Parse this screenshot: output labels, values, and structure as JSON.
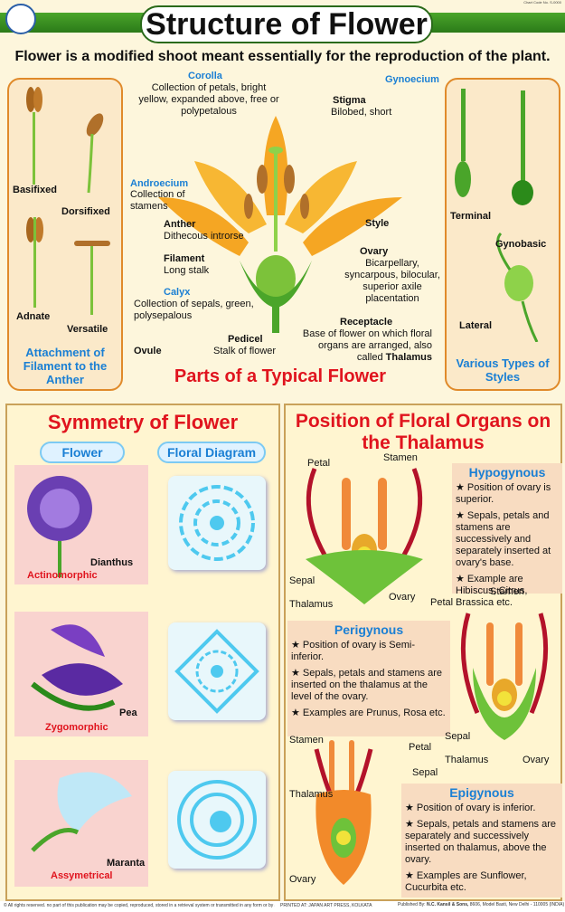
{
  "header": {
    "code": "Chart Code No. S-0000",
    "title": "Structure of Flower",
    "subtitle": "Flower is a modified shoot meant essentially for the reproduction of the plant."
  },
  "attachment": {
    "items": [
      "Basifixed",
      "Dorsifixed",
      "Adnate",
      "Versatile"
    ],
    "caption": "Attachment of Filament to the Anther"
  },
  "typical": {
    "corolla_h": "Corolla",
    "corolla_t": "Collection of petals, bright yellow, expanded above, free or polypetalous",
    "androecium_h": "Androecium",
    "androecium_t": "Collection of stamens",
    "anther_h": "Anther",
    "anther_t": "Dithecous introrse",
    "filament_h": "Filament",
    "filament_t": "Long stalk",
    "calyx_h": "Calyx",
    "calyx_t": "Collection of sepals, green, polysepalous",
    "ovule": "Ovule",
    "pedicel_h": "Pedicel",
    "pedicel_t": "Stalk of flower",
    "gynoecium_h": "Gynoecium",
    "stigma_h": "Stigma",
    "stigma_t": "Bilobed, short",
    "style_h": "Style",
    "ovary_h": "Ovary",
    "ovary_t": "Bicarpellary, syncarpous, bilocular, superior axile placentation",
    "receptacle_h": "Receptacle",
    "receptacle_t": "Base of flower on which floral organs are arranged, also called",
    "receptacle_b": "Thalamus",
    "caption": "Parts of a Typical Flower"
  },
  "styles": {
    "items": [
      "Terminal",
      "Gynobasic",
      "Lateral"
    ],
    "caption": "Various Types of Styles"
  },
  "symmetry": {
    "title": "Symmetry of Flower",
    "col1": "Flower",
    "col2": "Floral Diagram",
    "rows": [
      {
        "name": "Dianthus",
        "type": "Actinomorphic"
      },
      {
        "name": "Pea",
        "type": "Zygomorphic"
      },
      {
        "name": "Maranta",
        "type": "Assymetrical"
      }
    ]
  },
  "position": {
    "title": "Position of Floral Organs on the Thalamus",
    "labels": {
      "petal": "Petal",
      "stamen": "Stamen",
      "sepal": "Sepal",
      "thalamus": "Thalamus",
      "ovary": "Ovary"
    },
    "hypo": {
      "title": "Hypogynous",
      "p1": "Position of ovary is superior.",
      "p2": "Sepals, petals and stamens are successively and separately inserted at ovary's base.",
      "p3": "Example are Hibiscus, Citrus, Brassica etc."
    },
    "peri": {
      "title": "Perigynous",
      "p1": "Position of ovary is Semi-inferior.",
      "p2": "Sepals, petals and stamens are inserted on the thalamus at the level of the ovary.",
      "p3": "Examples are Prunus, Rosa etc."
    },
    "epi": {
      "title": "Epigynous",
      "p1": "Position of ovary is inferior.",
      "p2": "Sepals, petals and stamens are separately and successively inserted on thalamus, above the ovary.",
      "p3": "Examples are Sunflower, Cucurbita etc."
    }
  },
  "footer": {
    "left": "© All rights reserved. no part of this publication may be copied, reproduced, stored in a retrieval system or transmitted in any form or by any means without specific prior permission of the publishers.",
    "mid": "PRINTED AT: JAPAN ART PRESS, KOLKATA",
    "right_pre": "Published By:",
    "right_b": "N.C. Kansil & Sons,",
    "right_post": "8606, Model Basti, New Delhi - 110005 (INDIA)"
  }
}
